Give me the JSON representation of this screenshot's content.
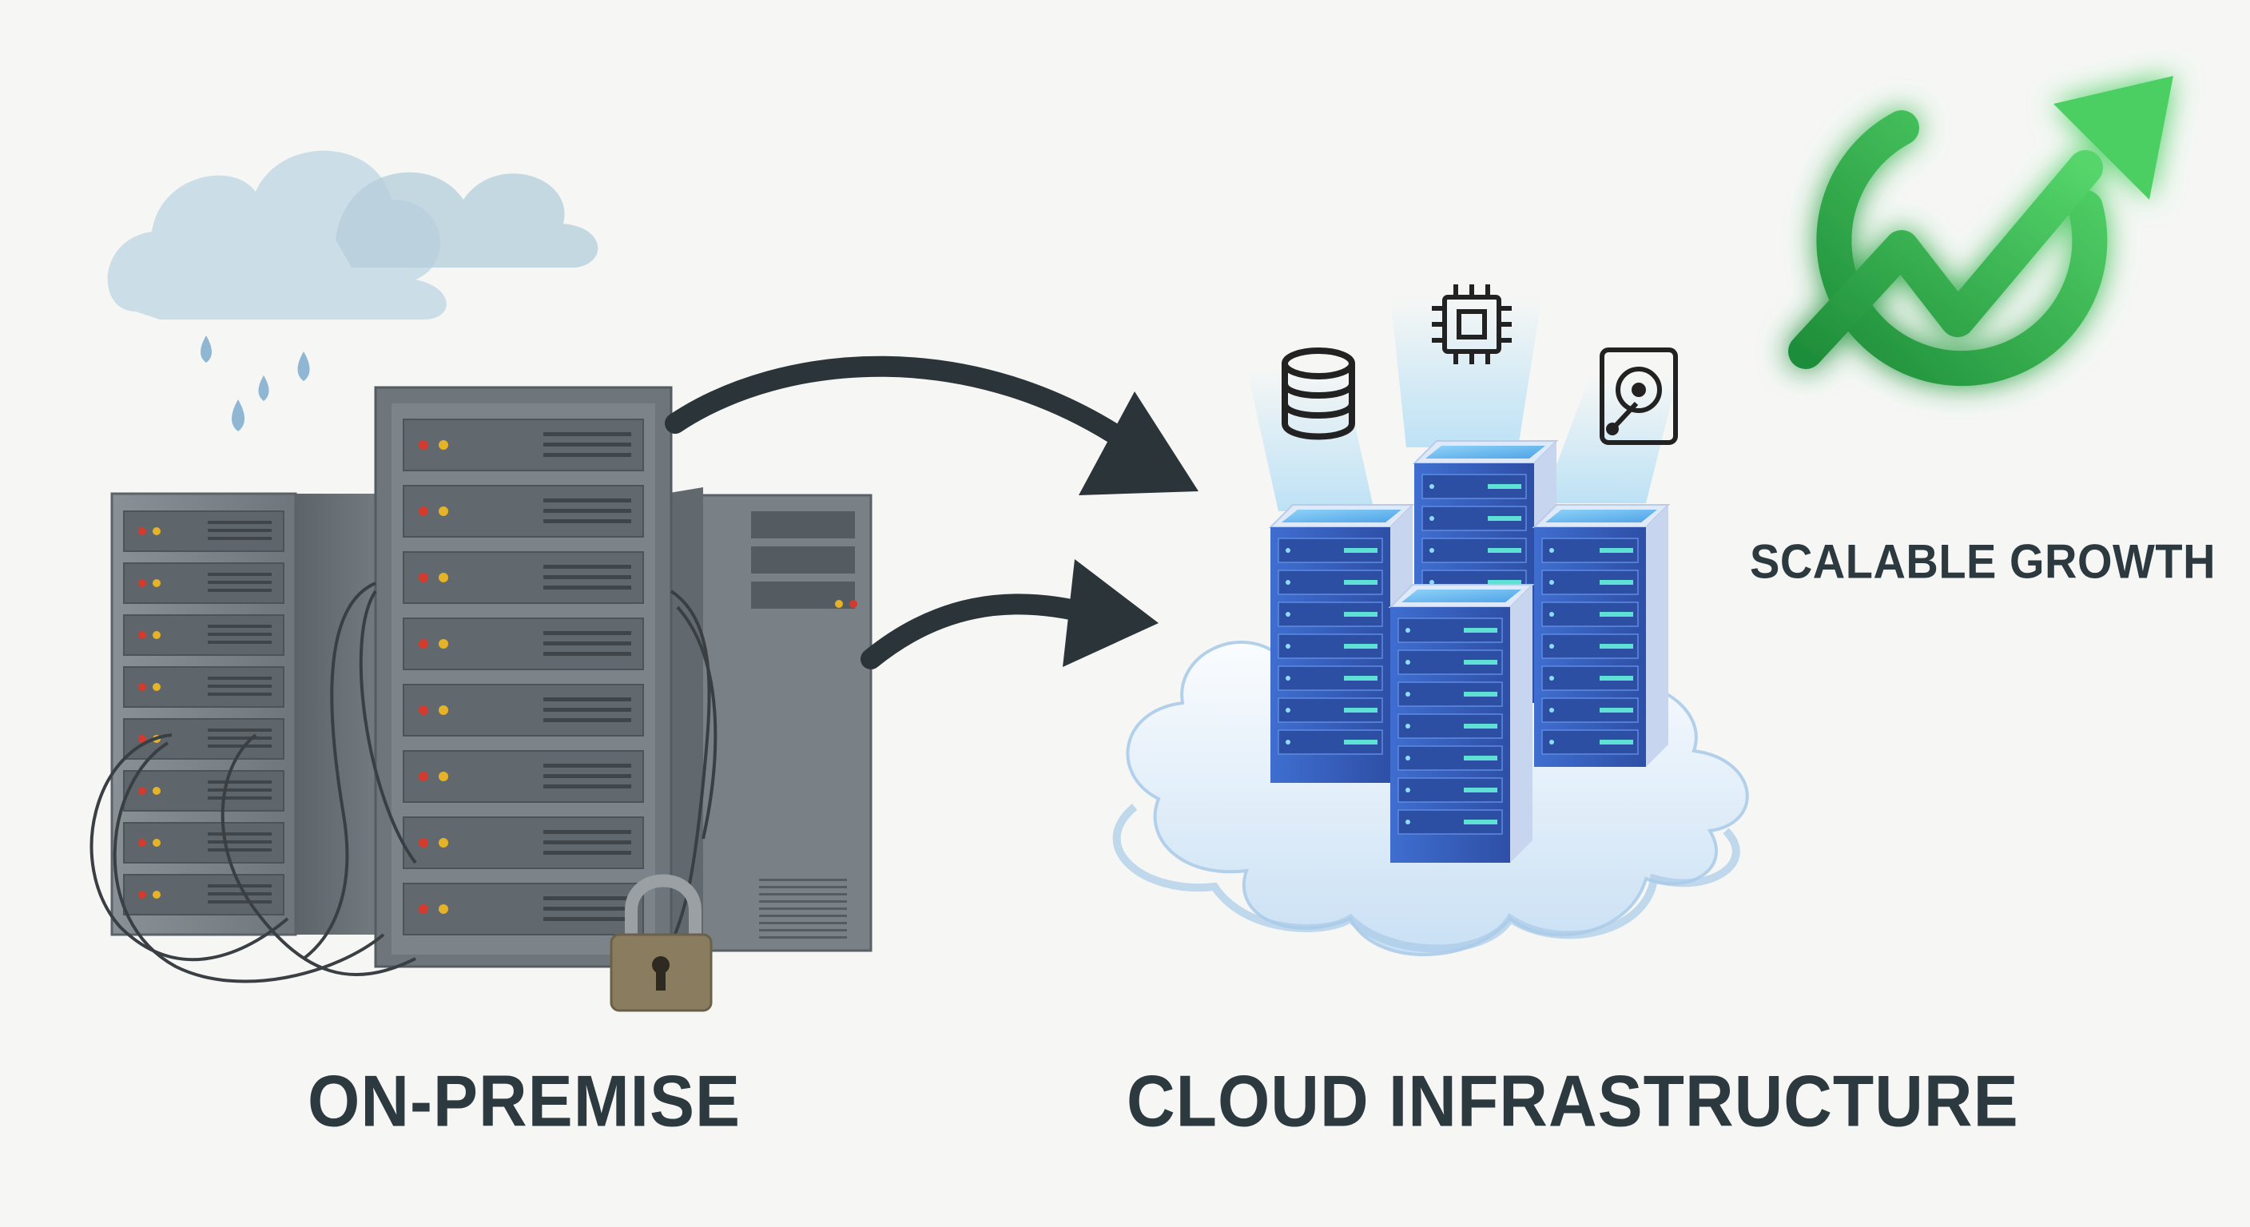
{
  "labels": {
    "on_premise": "ON-PREMISE",
    "cloud_infrastructure": "CLOUD INFRASTRUCTURE",
    "scalable_growth": "SCALABLE GROWTH"
  },
  "icons": {
    "storm": "rain-cloud-icon",
    "servers": "server-rack-icon",
    "lock": "padlock-icon",
    "migration": "arrow-right-icon",
    "database": "database-icon",
    "chip": "cpu-chip-icon",
    "disk": "hard-drive-icon",
    "cloud_servers": "cloud-server-icon",
    "growth": "growth-arrow-icon"
  },
  "colors": {
    "text": "#2c3a40",
    "server_gray": "#7d8489",
    "arrow": "#2b3438",
    "cloud_blue": "#d6e8f6",
    "server_blue": "#4a78cf",
    "growth_green": "#37b44a"
  }
}
